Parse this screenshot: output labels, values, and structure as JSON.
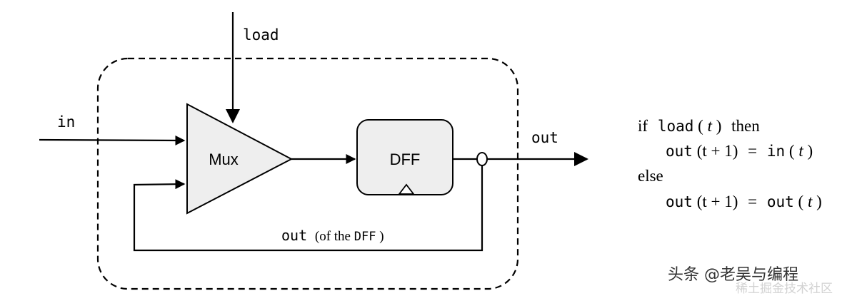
{
  "diagram": {
    "signals": {
      "load": "load",
      "in": "in",
      "out": "out"
    },
    "blocks": {
      "mux": "Mux",
      "dff": "DFF"
    },
    "feedback_label": {
      "code": "out",
      "text": "(of the ",
      "dff": "DFF",
      "close": ")"
    }
  },
  "logic": {
    "line1": {
      "kw_if": "if",
      "fn": "load",
      "open": "(",
      "var": "t",
      "close": ")",
      "kw_then": "then"
    },
    "line2": {
      "lhs_fn": "out",
      "lhs_arg": "(t + 1)",
      "eq": "=",
      "rhs_fn": "in",
      "rhs_open": "(",
      "rhs_var": "t",
      "rhs_close": ")"
    },
    "line3": {
      "kw_else": "else"
    },
    "line4": {
      "lhs_fn": "out",
      "lhs_arg": "(t + 1)",
      "eq": "=",
      "rhs_fn": "out",
      "rhs_open": "(",
      "rhs_var": "t",
      "rhs_close": ")"
    }
  },
  "watermark": {
    "main": "头条 @老吴与编程",
    "faint": "稀土掘金技术社区"
  }
}
